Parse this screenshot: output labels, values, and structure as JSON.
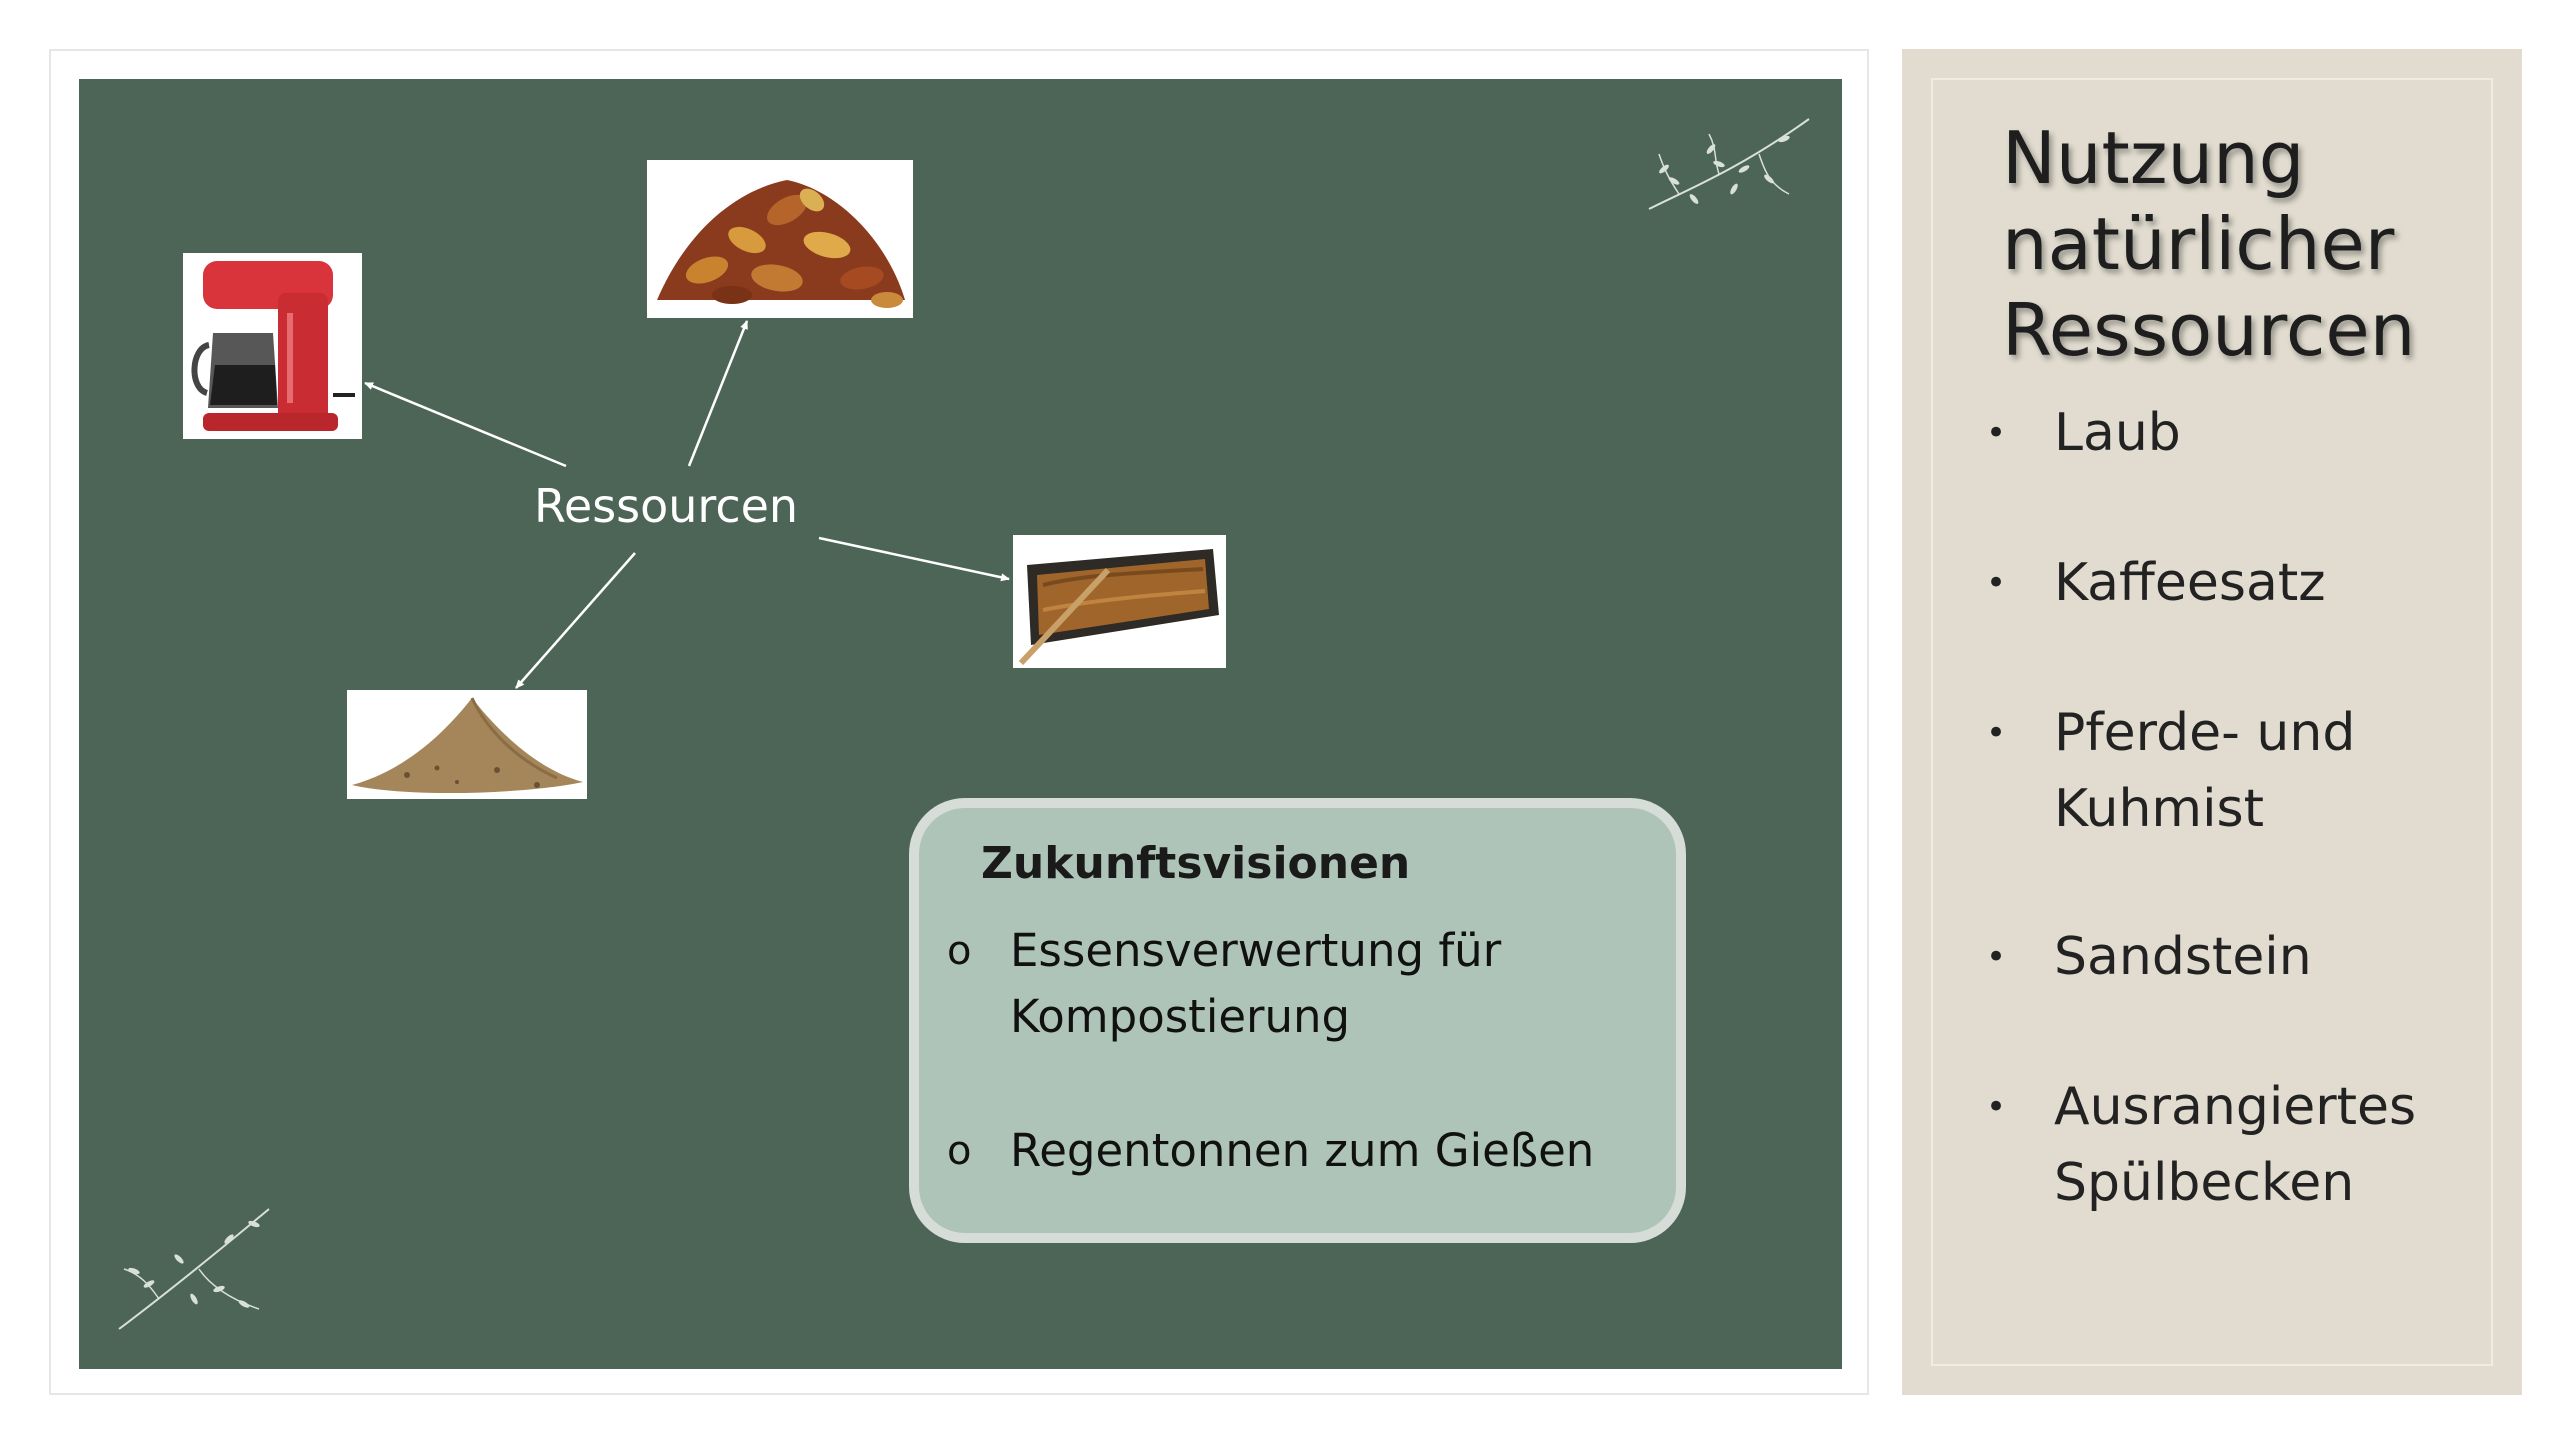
{
  "board": {
    "center_label": "Ressourcen",
    "images": [
      {
        "name": "coffee-machine-image",
        "subject": "coffee-machine"
      },
      {
        "name": "leaves-pile-image",
        "subject": "leaf-pile"
      },
      {
        "name": "compost-tray-image",
        "subject": "compost-tray"
      },
      {
        "name": "sand-pile-image",
        "subject": "sand-pile"
      }
    ],
    "vision": {
      "title": "Zukunftsvisionen",
      "bullet": "o",
      "items": [
        "Essensverwertung für Kompostierung",
        "Regentonnen zum Gießen"
      ]
    },
    "colors": {
      "board": "#4c6557",
      "vision_box": "#afc4b8",
      "vision_border": "#d6dcd8"
    }
  },
  "sidebar": {
    "title_lines": [
      "Nutzung",
      "natürlicher",
      "Ressourcen"
    ],
    "bullet": "•",
    "items": [
      "Laub",
      "Kaffeesatz",
      "Pferde- und Kuhmist",
      "Sandstein",
      "Ausrangiertes Spülbecken"
    ],
    "colors": {
      "panel": "#e1dccf"
    }
  }
}
